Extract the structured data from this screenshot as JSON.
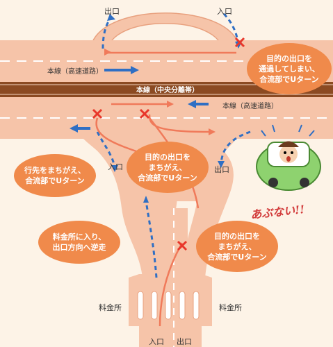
{
  "labels": {
    "exit_top_left": "出口",
    "entrance_top_right": "入口",
    "entrance_mid_left": "入口",
    "exit_mid_right": "出口",
    "tollgate_left": "料金所",
    "tollgate_right": "料金所",
    "entrance_bottom": "入口",
    "exit_bottom": "出口",
    "mainline_upper": "本線（高速道路）",
    "median": "本線（中央分離帯）",
    "mainline_lower": "本線（高速道路）"
  },
  "bubbles": {
    "top_right": [
      "目的の出口を",
      "通過してしまい、",
      "合流部でUターン"
    ],
    "left": [
      "行先をまちがえ、",
      "合流部でUターン"
    ],
    "center": [
      "目的の出口を",
      "まちがえ、",
      "合流部でUターン"
    ],
    "bottom_left": [
      "料金所に入り、",
      "出口方向へ逆走"
    ],
    "bottom_right": [
      "目的の出口を",
      "まちがえ、",
      "合流部でUターン"
    ]
  },
  "warning": "あぶない!!",
  "colors": {
    "road": "#f6c4a9",
    "road_edge": "#e8a07e",
    "median": "#8b4a22",
    "bubble": "#f08a4b",
    "wrong_way": "#f07a5a",
    "correct_way": "#2f6fc4",
    "x_mark": "#e8362a"
  },
  "icons": {
    "wrong_way_marker": "x-mark-icon",
    "driver": "surprised-driver-car-icon"
  }
}
